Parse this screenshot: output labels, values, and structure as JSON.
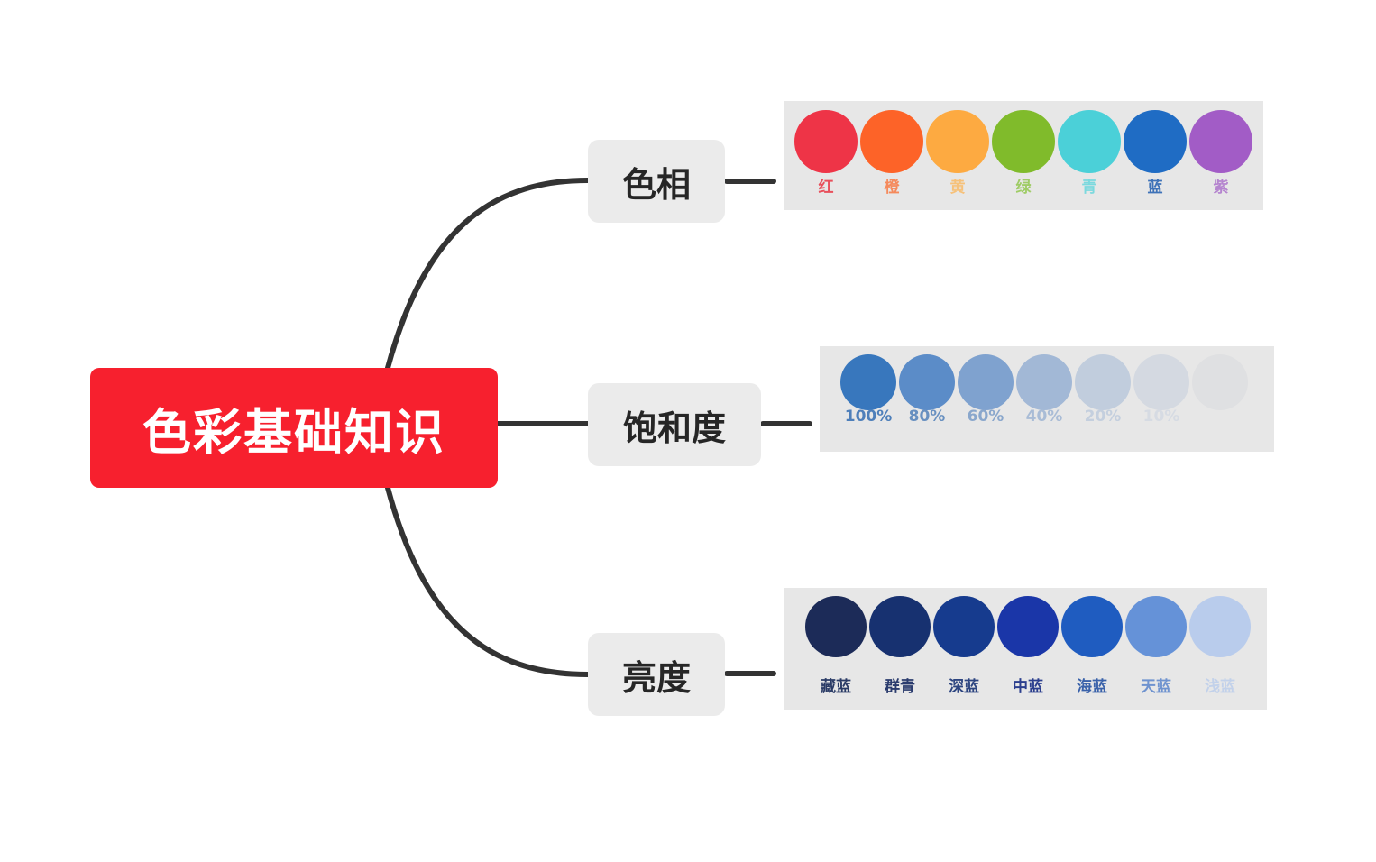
{
  "root": {
    "label": "色彩基础知识",
    "color": "#f7202e"
  },
  "branches": [
    {
      "label": "色相",
      "swatches": [
        {
          "label": "红",
          "color": "#ee3447",
          "label_color": "#e8505c"
        },
        {
          "label": "橙",
          "color": "#fd6328",
          "label_color": "#f58a5c"
        },
        {
          "label": "黄",
          "color": "#fdaa41",
          "label_color": "#f6c17a"
        },
        {
          "label": "绿",
          "color": "#80bb2b",
          "label_color": "#9fcc66"
        },
        {
          "label": "青",
          "color": "#4bd0d8",
          "label_color": "#7bd9de"
        },
        {
          "label": "蓝",
          "color": "#1f6cc4",
          "label_color": "#3f73b8"
        },
        {
          "label": "紫",
          "color": "#a25cc6",
          "label_color": "#b585cf"
        }
      ]
    },
    {
      "label": "饱和度",
      "swatches": [
        {
          "label": "100%",
          "color": "#3877bd",
          "label_color": "#4e7fba"
        },
        {
          "label": "80%",
          "color": "#5b8cc8",
          "label_color": "#6890c0"
        },
        {
          "label": "60%",
          "color": "#7fa2cf",
          "label_color": "#8aa7cc"
        },
        {
          "label": "40%",
          "color": "#a2b8d6",
          "label_color": "#a9bcd6"
        },
        {
          "label": "20%",
          "color": "#c1cddd",
          "label_color": "#c4cfde"
        },
        {
          "label": "10%",
          "color": "#d4d9e1",
          "label_color": "#d6dbe3"
        },
        {
          "label": "",
          "color": "#dfe0e2",
          "label_color": "#e0e0e2"
        }
      ]
    },
    {
      "label": "亮度",
      "swatches": [
        {
          "label": "藏蓝",
          "color": "#1c2b58",
          "label_color": "#2a3b66"
        },
        {
          "label": "群青",
          "color": "#173170",
          "label_color": "#2b3c6e"
        },
        {
          "label": "深蓝",
          "color": "#163b8e",
          "label_color": "#2d4580"
        },
        {
          "label": "中蓝",
          "color": "#1a36a8",
          "label_color": "#2c3f8e"
        },
        {
          "label": "海蓝",
          "color": "#1f5cc0",
          "label_color": "#3a62aa"
        },
        {
          "label": "天蓝",
          "color": "#6592d8",
          "label_color": "#6f93cf"
        },
        {
          "label": "浅蓝",
          "color": "#b9ccec",
          "label_color": "#c2d1ea"
        }
      ]
    }
  ],
  "colors": {
    "line": "#333333",
    "branch_bg": "#ebebeb",
    "panel_bg": "#e7e7e7"
  }
}
